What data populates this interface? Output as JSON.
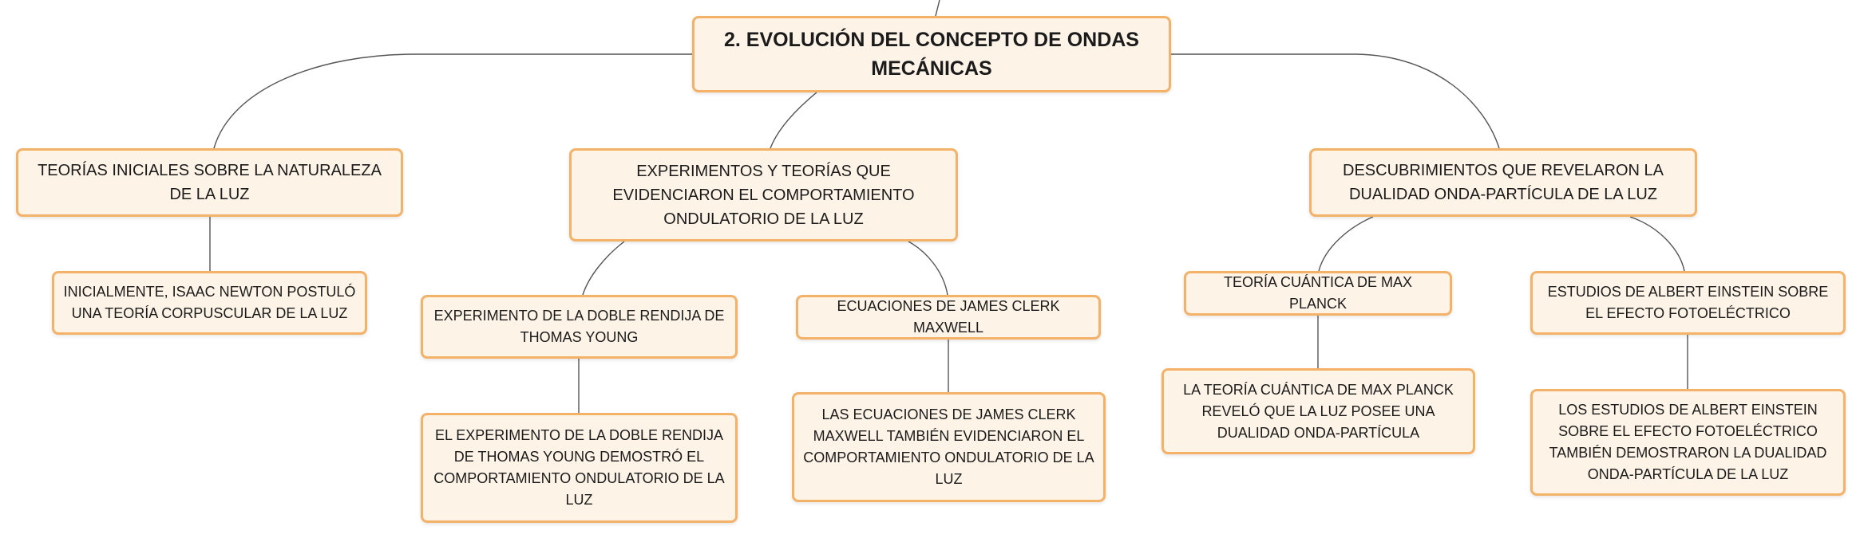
{
  "diagram": {
    "root": {
      "title": "2. EVOLUCIÓN DEL CONCEPTO DE ONDAS MECÁNICAS"
    },
    "branches": [
      {
        "label": "TEORÍAS INICIALES SOBRE LA NATURALEZA DE LA LUZ",
        "children": [
          {
            "label": "INICIALMENTE, ISAAC NEWTON POSTULÓ UNA TEORÍA CORPUSCULAR DE LA LUZ"
          }
        ]
      },
      {
        "label": "EXPERIMENTOS Y TEORÍAS QUE EVIDENCIARON EL COMPORTAMIENTO ONDULATORIO DE LA LUZ",
        "children": [
          {
            "label": "EXPERIMENTO DE LA DOBLE RENDIJA DE THOMAS YOUNG",
            "detail": "EL EXPERIMENTO DE LA DOBLE RENDIJA DE THOMAS YOUNG DEMOSTRÓ EL COMPORTAMIENTO ONDULATORIO DE LA LUZ"
          },
          {
            "label": "ECUACIONES DE JAMES CLERK MAXWELL",
            "detail": "LAS ECUACIONES DE JAMES CLERK MAXWELL TAMBIÉN EVIDENCIARON EL COMPORTAMIENTO ONDULATORIO DE LA LUZ"
          }
        ]
      },
      {
        "label": "DESCUBRIMIENTOS QUE REVELARON LA DUALIDAD ONDA-PARTÍCULA DE LA LUZ",
        "children": [
          {
            "label": "TEORÍA CUÁNTICA DE MAX PLANCK",
            "detail": "LA TEORÍA CUÁNTICA DE MAX PLANCK REVELÓ QUE LA LUZ POSEE UNA DUALIDAD ONDA-PARTÍCULA"
          },
          {
            "label": "ESTUDIOS DE ALBERT EINSTEIN SOBRE EL EFECTO FOTOELÉCTRICO",
            "detail": "LOS ESTUDIOS DE ALBERT EINSTEIN SOBRE EL EFECTO FOTOELÉCTRICO TAMBIÉN DEMOSTRARON LA DUALIDAD ONDA-PARTÍCULA DE LA LUZ"
          }
        ]
      }
    ],
    "colors": {
      "node_fill": "#fdf3e7",
      "node_border": "#f4b168",
      "connector": "#555555",
      "text": "#1b1b1b"
    }
  }
}
